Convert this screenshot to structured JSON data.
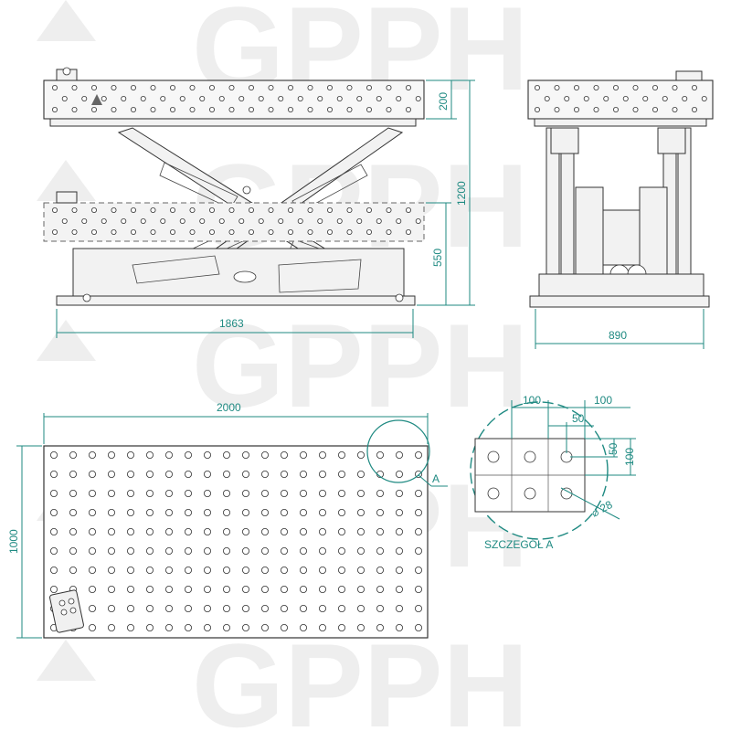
{
  "watermark": {
    "logo_text": "GPPH"
  },
  "side_view": {
    "dim_length": "1863",
    "dim_top_plate": "200",
    "dim_total_height": "1200",
    "dim_lower_height": "550"
  },
  "front_view": {
    "dim_width": "890"
  },
  "top_view": {
    "dim_length": "2000",
    "dim_width": "1000",
    "detail_marker": "A",
    "hole_columns": 20,
    "hole_rows": 10
  },
  "detail": {
    "title": "SZCZEGÓŁ A",
    "dim_pitch_x": "100",
    "dim_edge_x": "100",
    "dim_half_x": "50",
    "dim_half_y": "50",
    "dim_pitch_y": "100",
    "dim_hole_diameter": "⌀ 28"
  },
  "colors": {
    "dimension": "#1f8a82",
    "line": "#333333",
    "watermark": "#eeeeee"
  }
}
